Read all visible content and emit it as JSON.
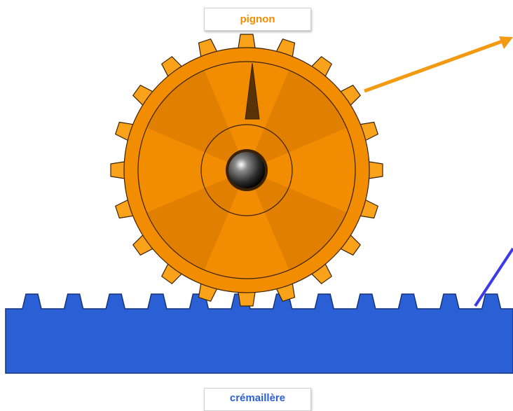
{
  "labels": {
    "pinion": "pignon",
    "rack": "crémaillère"
  },
  "colors": {
    "pinion_fill": "#f28c00",
    "pinion_tooth": "#f9a21a",
    "pinion_sector_dark": "#e07f00",
    "pinion_label_text": "#f28c00",
    "rack_fill": "#2a5fd6",
    "rack_label_text": "#2a5fd6",
    "pinion_arrow": "#f29a12",
    "rack_arrow": "#3a3ae8",
    "hub": "#1a1a1a",
    "pointer": "#5a3208"
  },
  "pinion": {
    "teeth": 20
  }
}
